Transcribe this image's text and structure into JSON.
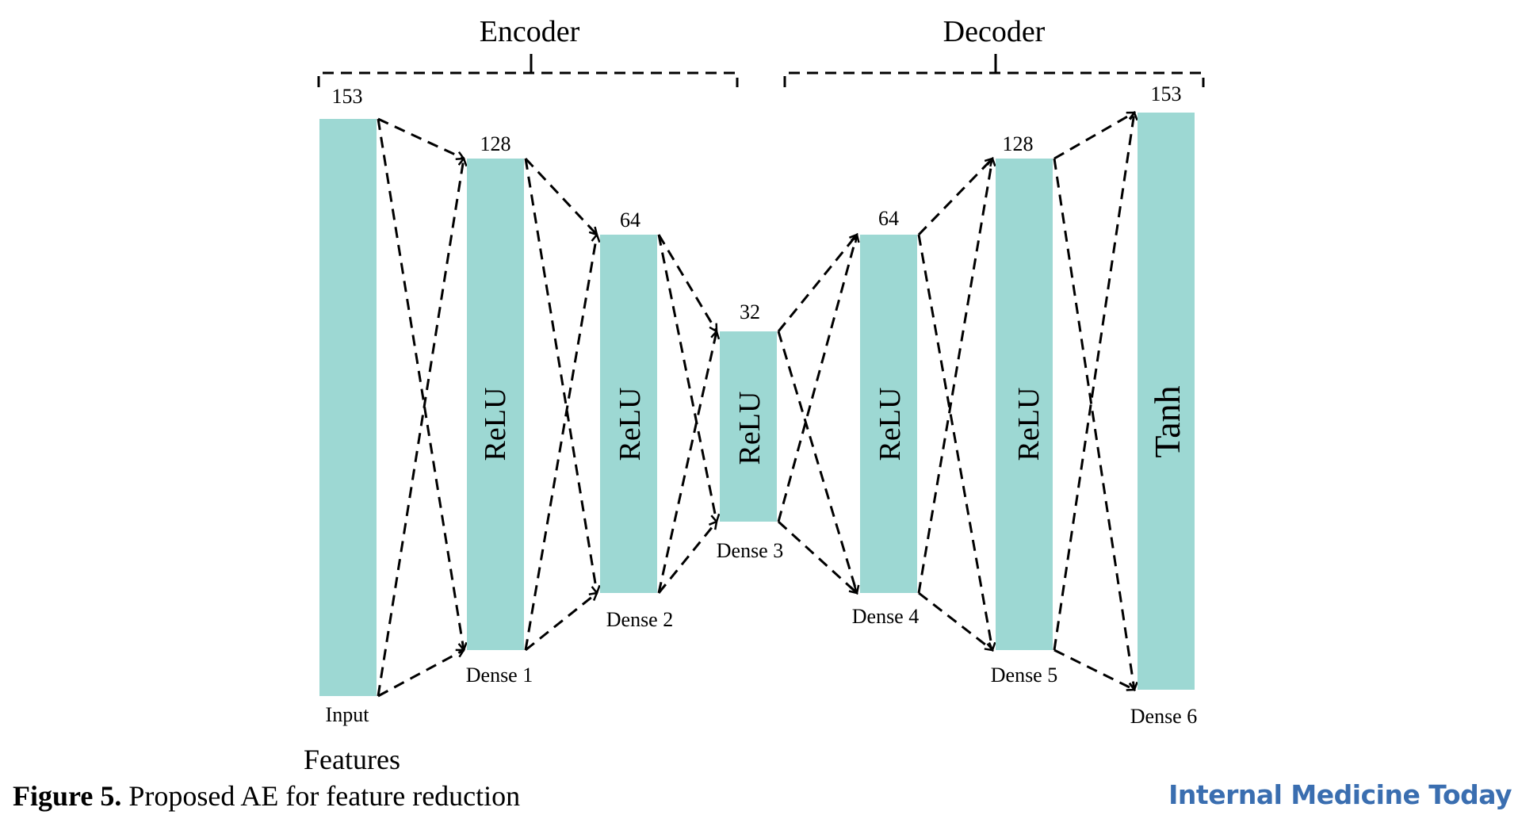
{
  "groups": {
    "encoder_label": "Encoder",
    "decoder_label": "Decoder"
  },
  "layers": [
    {
      "size": "153",
      "name": "Input",
      "activation": ""
    },
    {
      "size": "128",
      "name": "Dense 1",
      "activation": "ReLU"
    },
    {
      "size": "64",
      "name": "Dense 2",
      "activation": "ReLU"
    },
    {
      "size": "32",
      "name": "Dense 3",
      "activation": "ReLU"
    },
    {
      "size": "64",
      "name": "Dense 4",
      "activation": "ReLU"
    },
    {
      "size": "128",
      "name": "Dense 5",
      "activation": "ReLU"
    },
    {
      "size": "153",
      "name": "Dense 6",
      "activation": "Tanh"
    }
  ],
  "features_label": "Features",
  "caption": {
    "prefix": "Figure 5.",
    "text": " Proposed AE for feature reduction"
  },
  "journal": "Internal Medicine Today",
  "colors": {
    "layer_fill": "#9dd8d3",
    "arrow": "#000000"
  }
}
